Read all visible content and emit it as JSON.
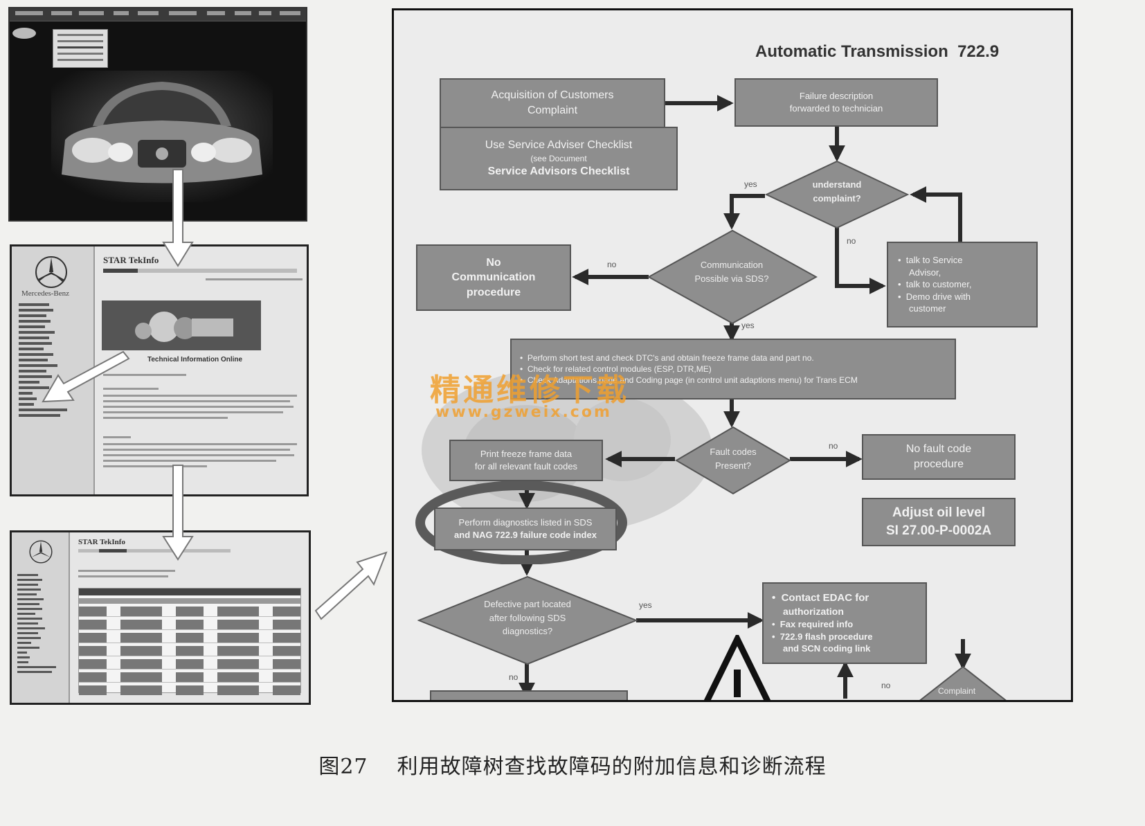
{
  "flowchart": {
    "title": "Automatic Transmission  722.9",
    "acquisition": [
      "Acquisition of Customers",
      "Complaint"
    ],
    "checklist": [
      "Use Service Adviser Checklist",
      "(see Document",
      "Service  Advisors Checklist"
    ],
    "failure_desc": [
      "Failure description",
      "forwarded to technician"
    ],
    "understand": [
      "understand",
      "complaint?"
    ],
    "yes1": "yes",
    "no1": "no",
    "talk": [
      "talk to Service",
      "Advisor,",
      "talk to customer,",
      "Demo drive with",
      "customer"
    ],
    "comm_possible": [
      "Communication",
      "Possible via SDS?"
    ],
    "no_comm": [
      "No",
      "Communication",
      "procedure"
    ],
    "no2": "no",
    "yes2": "yes",
    "perform_short": [
      "Perform short test and check DTC's and obtain freeze frame data and part no.",
      "Check for related control modules (ESP, DTR,ME)",
      "Check Adaptations page and Coding page (in control unit adaptions menu) for Trans ECM"
    ],
    "fault_present": [
      "Fault codes",
      "Present?"
    ],
    "no3": "no",
    "print_freeze": [
      "Print freeze frame data",
      "for all relevant fault codes"
    ],
    "no_fault": [
      "No fault code",
      "procedure"
    ],
    "adjust_oil": [
      "Adjust oil level",
      "SI 27.00-P-0002A"
    ],
    "perform_diag": [
      "Perform diagnostics listed in SDS",
      "and  NAG 722.9 failure code index"
    ],
    "defective": [
      "Defective part located",
      "after following SDS",
      "diagnostics?"
    ],
    "yes3": "yes",
    "no4": "no",
    "edac": [
      "Contact EDAC for",
      "authorization",
      "Fax required info",
      "722.9 flash procedure",
      "and SCN coding link"
    ],
    "no5": "no",
    "complaint": "Complaint"
  },
  "screens": {
    "star_title_1": "STAR TekInfo",
    "star_title_2": "STAR TekInfo",
    "tech_info": "Technical Information Online",
    "brand": "Mercedes-Benz"
  },
  "watermark": {
    "cn": "精通维修下载",
    "url": "www.gzweix.com"
  },
  "caption": "图27    利用故障树查找故障码的附加信息和诊断流程"
}
